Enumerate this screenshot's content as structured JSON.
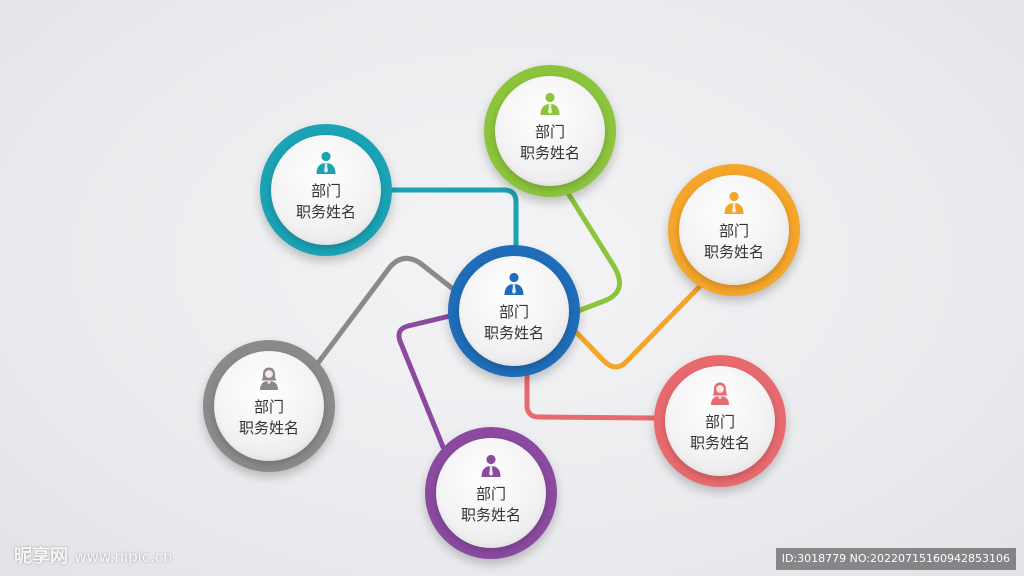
{
  "nodes": [
    {
      "key": "center",
      "dept": "部门",
      "title": "职务姓名",
      "color": "#1f6db8",
      "icon": "male-person-icon"
    },
    {
      "key": "teal",
      "dept": "部门",
      "title": "职务姓名",
      "color": "#1aa3b4",
      "icon": "male-person-icon"
    },
    {
      "key": "green",
      "dept": "部门",
      "title": "职务姓名",
      "color": "#8cc43c",
      "icon": "male-person-icon"
    },
    {
      "key": "orange",
      "dept": "部门",
      "title": "职务姓名",
      "color": "#f4a52a",
      "icon": "male-person-icon"
    },
    {
      "key": "red",
      "dept": "部门",
      "title": "职务姓名",
      "color": "#e86a6e",
      "icon": "female-person-icon"
    },
    {
      "key": "purple",
      "dept": "部门",
      "title": "职务姓名",
      "color": "#8a4aa0",
      "icon": "male-person-icon"
    },
    {
      "key": "gray",
      "dept": "部门",
      "title": "职务姓名",
      "color": "#8a8a8a",
      "icon": "female-person-icon"
    }
  ],
  "watermark": {
    "site": "昵享网",
    "url": "www.nipic.cn",
    "id_text": "ID:3018779 NO:20220715160942853106"
  }
}
